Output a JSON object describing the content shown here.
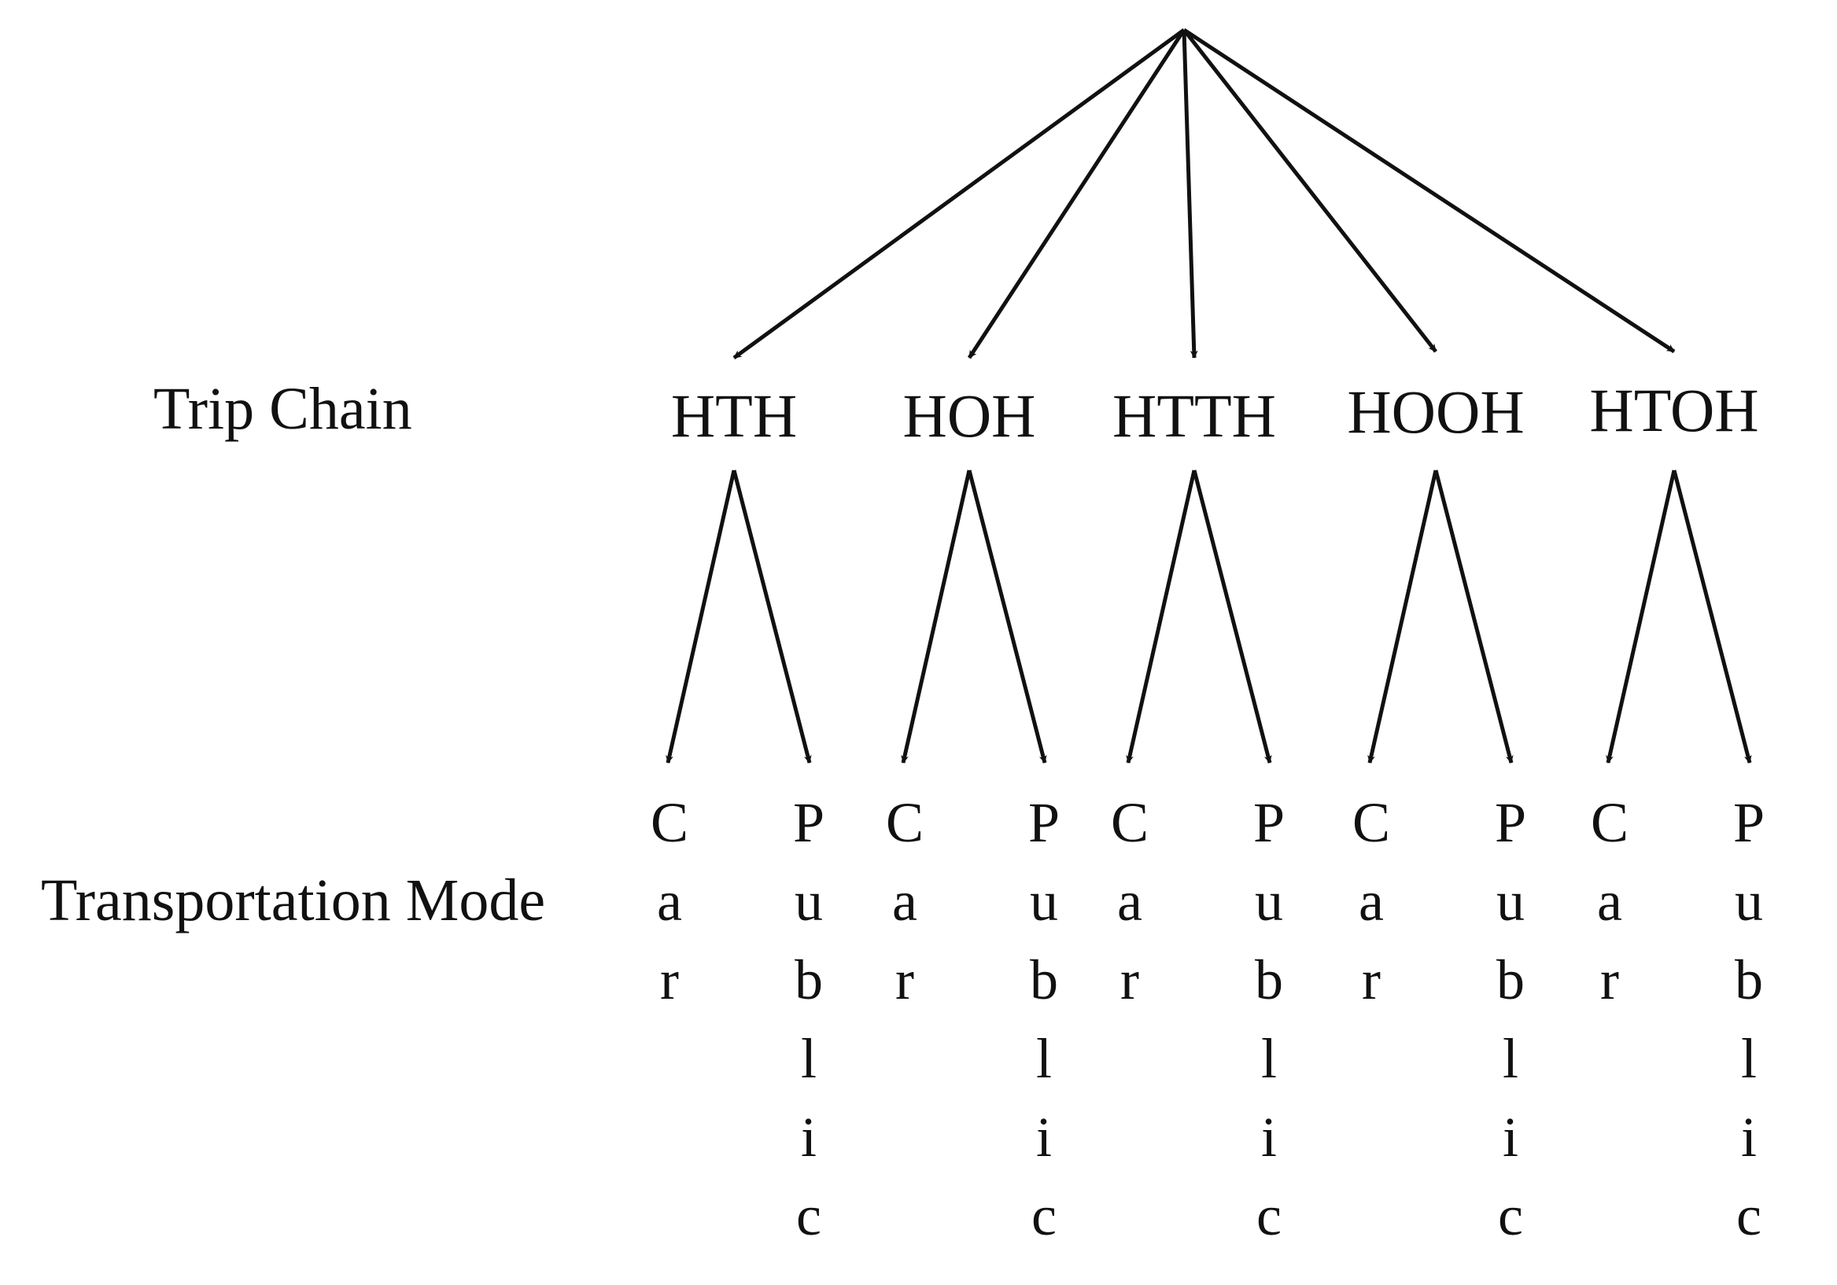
{
  "row_labels": {
    "trip_chain": "Trip Chain",
    "transportation_mode": "Transportation Mode"
  },
  "trip_chains": [
    "HTH",
    "HOH",
    "HTTH",
    "HOOH",
    "HTOH"
  ],
  "modes": [
    "Car",
    "Public"
  ],
  "colors": {
    "ink": "#111111",
    "background": "#ffffff"
  }
}
